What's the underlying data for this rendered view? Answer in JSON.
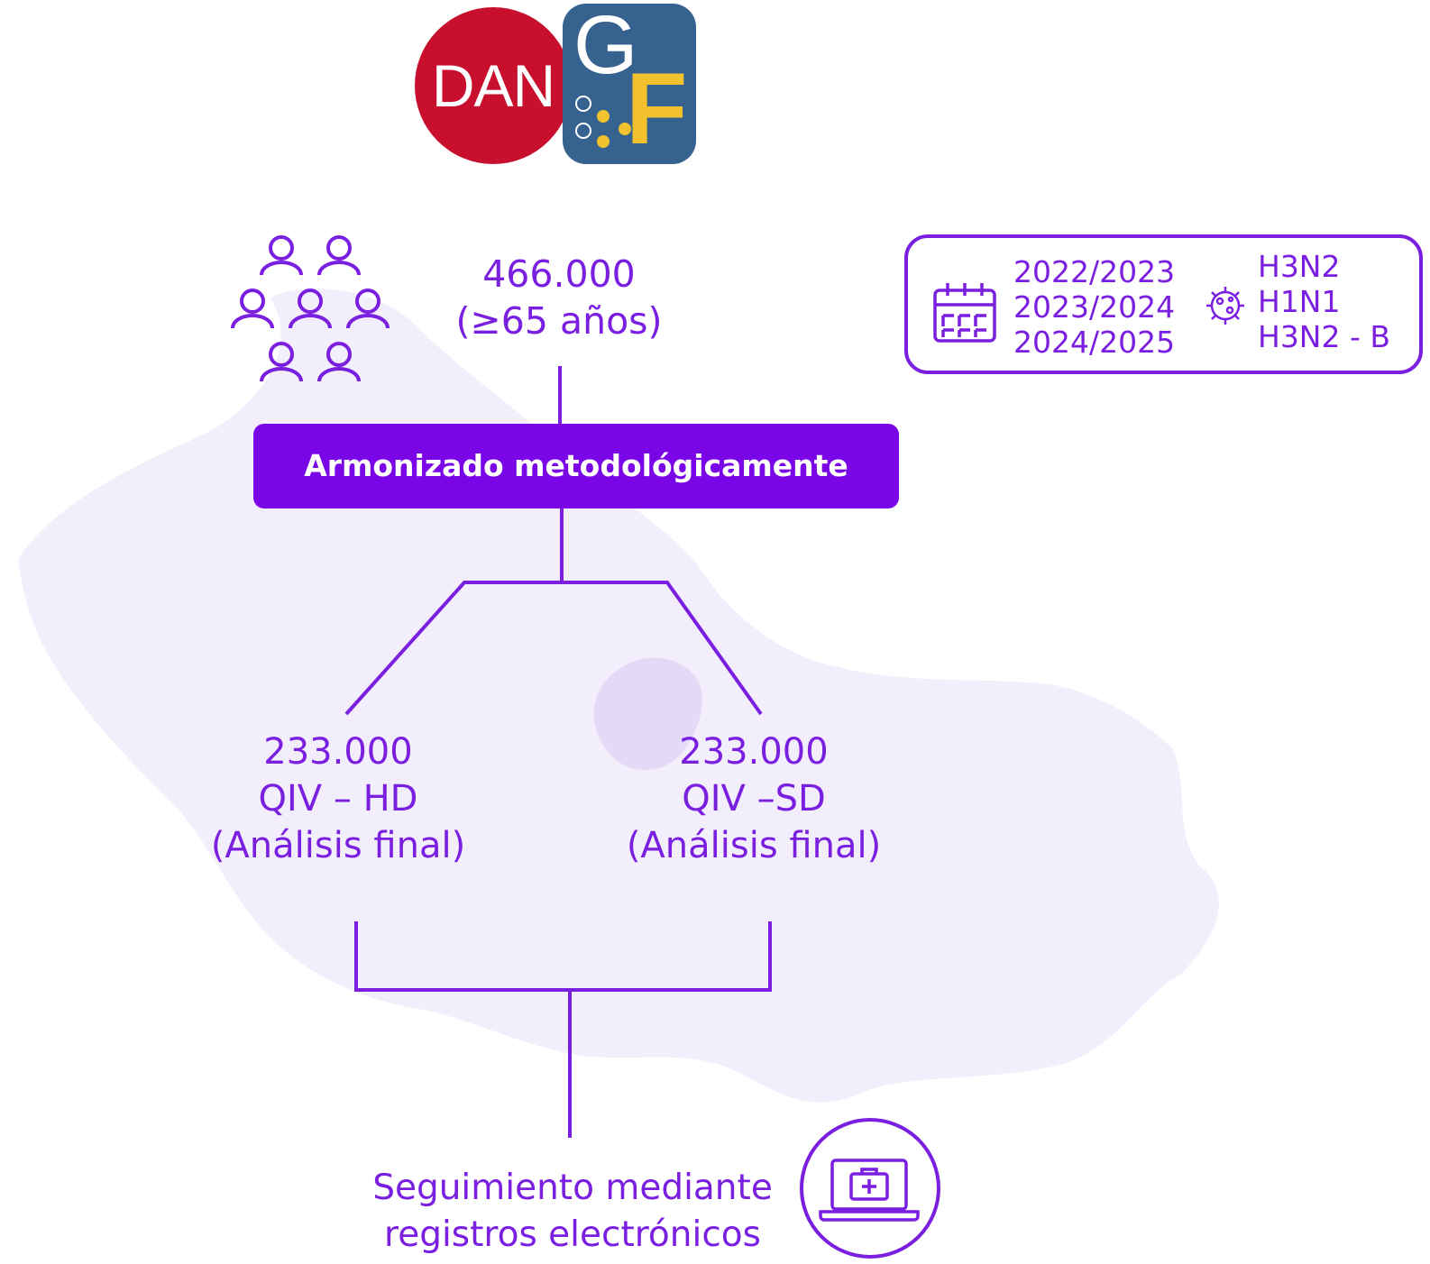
{
  "logo": {
    "left_text": "DAN",
    "letter_g": "G",
    "letter_f": "F",
    "colors": {
      "red": "#c8102e",
      "blue": "#36628f",
      "yellow": "#f2c12e"
    }
  },
  "population": {
    "icon": "people-group-icon",
    "count": "466.000",
    "age": "(≥65 años)"
  },
  "harmonized_label": "Armonizado metodológicamente",
  "branches": [
    {
      "count": "233.000",
      "vaccine": "QIV – HD",
      "note": "(Análisis final)"
    },
    {
      "count": "233.000",
      "vaccine": "QIV –SD",
      "note": "(Análisis final)"
    }
  ],
  "seasons": {
    "icon": "calendar-icon",
    "items": [
      "2022/2023",
      "2023/2024",
      "2024/2025"
    ]
  },
  "strains": {
    "icon": "virus-icon",
    "items": [
      "H3N2",
      "H1N1",
      "H3N2 - B"
    ]
  },
  "follow_up": {
    "line1": "Seguimiento mediante",
    "line2": "registros electrónicos",
    "icon": "laptop-medical-icon"
  },
  "colors": {
    "accent": "#7a1fe0",
    "button": "#7a06e8",
    "map": "#f3eefb"
  }
}
